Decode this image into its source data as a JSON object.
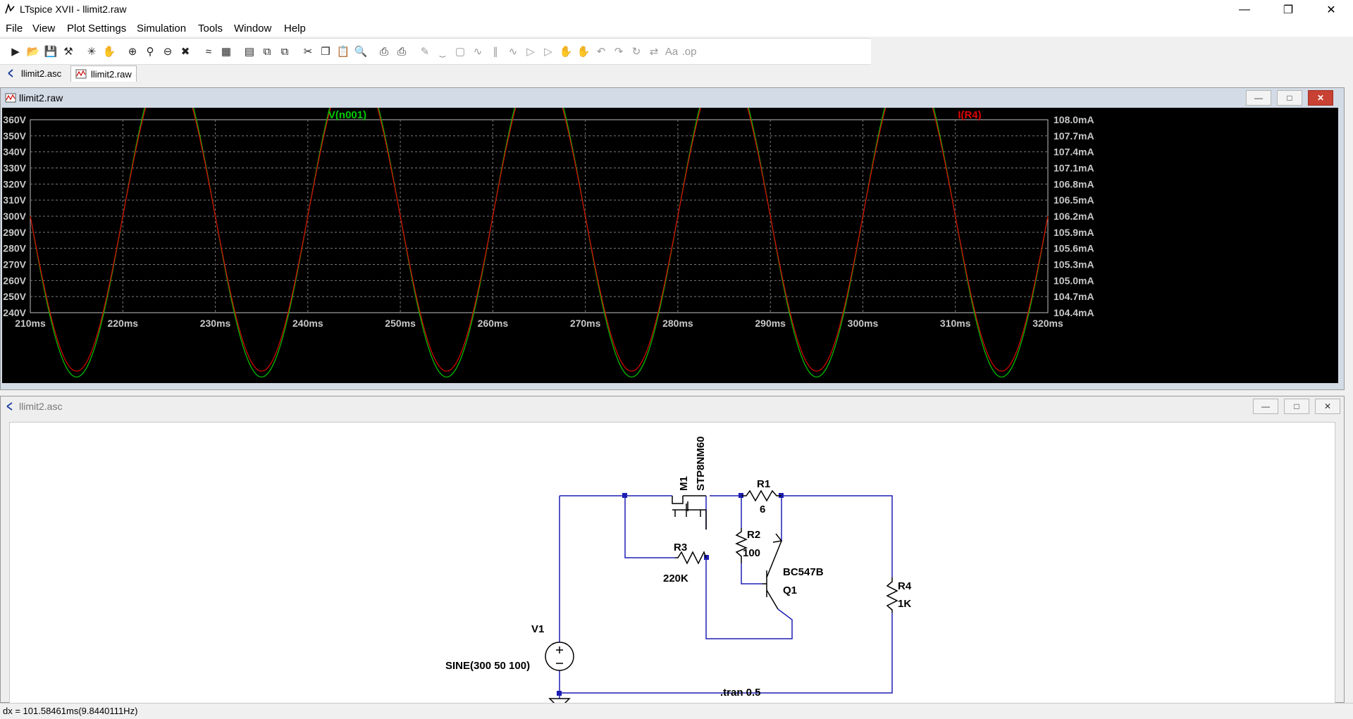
{
  "app": {
    "title": "LTspice XVII - llimit2.raw"
  },
  "menu": [
    "File",
    "View",
    "Plot Settings",
    "Simulation",
    "Tools",
    "Window",
    "Help"
  ],
  "toolbar": [
    "run",
    "open",
    "save",
    "control-panel",
    "run-stop",
    "pan",
    "zoom-in",
    "zoom-box",
    "zoom-out",
    "zoom-cancel",
    "autorange",
    "manual-limits",
    "tile",
    "cascade",
    "next-window",
    "cut",
    "copy",
    "paste",
    "find",
    "print",
    "print-setup",
    "wire",
    "ground",
    "label",
    "resistor",
    "capacitor",
    "inductor",
    "diode",
    "component",
    "move",
    "drag",
    "undo",
    "redo",
    "rotate",
    "mirror",
    "text",
    "spice-directive"
  ],
  "tabs": [
    {
      "label": "llimit2.asc",
      "icon": "schematic-icon"
    },
    {
      "label": "llimit2.raw",
      "icon": "waveform-icon"
    }
  ],
  "plot_window": {
    "title": "llimit2.raw"
  },
  "chart_data": {
    "type": "line",
    "title": "",
    "xlabel": "",
    "xlim": [
      210,
      320
    ],
    "x_ticks": [
      "210ms",
      "220ms",
      "230ms",
      "240ms",
      "250ms",
      "260ms",
      "270ms",
      "280ms",
      "290ms",
      "300ms",
      "310ms",
      "320ms"
    ],
    "y_left_ticks": [
      "360V",
      "350V",
      "340V",
      "330V",
      "320V",
      "310V",
      "300V",
      "290V",
      "280V",
      "270V",
      "260V",
      "250V",
      "240V"
    ],
    "y_left_lim": [
      240,
      360
    ],
    "y_right_ticks": [
      "108.0mA",
      "107.7mA",
      "107.4mA",
      "107.1mA",
      "106.8mA",
      "106.5mA",
      "106.2mA",
      "105.9mA",
      "105.6mA",
      "105.3mA",
      "105.0mA",
      "104.7mA",
      "104.4mA"
    ],
    "y_right_lim": [
      104.4,
      108.0
    ],
    "grid": true,
    "series": [
      {
        "name": "V(n001)",
        "color": "#00c800",
        "axis": "left",
        "offset": 300,
        "amplitude": 100,
        "frequency_hz": 50
      },
      {
        "name": "I(R4)",
        "color": "#e00000",
        "axis": "right",
        "offset": 106.2,
        "amplitude": 2.89,
        "frequency_hz": 50
      }
    ]
  },
  "schematic_window": {
    "title": "llimit2.asc",
    "labels": {
      "m1": "M1",
      "m1_model": "STP8NM60",
      "r1": "R1",
      "r1_val": "6",
      "r2": "R2",
      "r2_val": "100",
      "r3": "R3",
      "r3_val": "220K",
      "r4": "R4",
      "r4_val": "1K",
      "q1": "Q1",
      "q1_model": "BC547B",
      "v1": "V1",
      "v1_val": "SINE(300 50 100)",
      "directive": ".tran 0.5"
    },
    "wire_color": "#1e1eb4"
  },
  "status": {
    "text": "dx = 101.58461ms(9.8440111Hz)"
  }
}
